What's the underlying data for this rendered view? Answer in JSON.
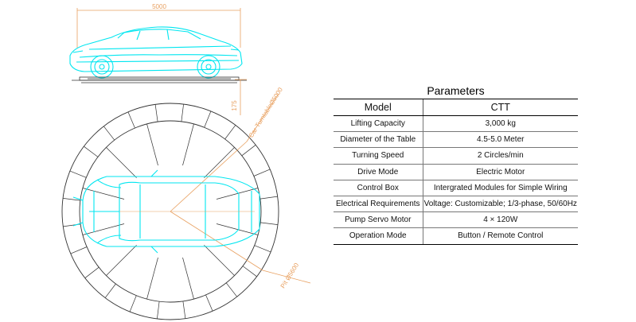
{
  "drawing": {
    "length_dimension": "5000",
    "height_dimension": "175",
    "turntable_label": "Car TurntableØ5000",
    "pit_label": "Pit Ø5600",
    "colors": {
      "car": "#00e6f0",
      "dimension": "#e8a060",
      "line": "#333333"
    }
  },
  "parameters": {
    "title": "Parameters",
    "headers": [
      "Model",
      "CTT"
    ],
    "rows": [
      [
        "Lifting Capacity",
        "3,000 kg"
      ],
      [
        "Diameter of the Table",
        "4.5-5.0 Meter"
      ],
      [
        "Turning Speed",
        "2 Circles/min"
      ],
      [
        "Drive Mode",
        "Electric Motor"
      ],
      [
        "Control Box",
        "Intergrated Modules for Simple Wiring"
      ],
      [
        "Electrical Requirements",
        "Voltage: Customizable; 1/3-phase, 50/60Hz"
      ],
      [
        "Pump Servo Motor",
        "4 × 120W"
      ],
      [
        "Operation Mode",
        "Button / Remote Control"
      ]
    ]
  }
}
